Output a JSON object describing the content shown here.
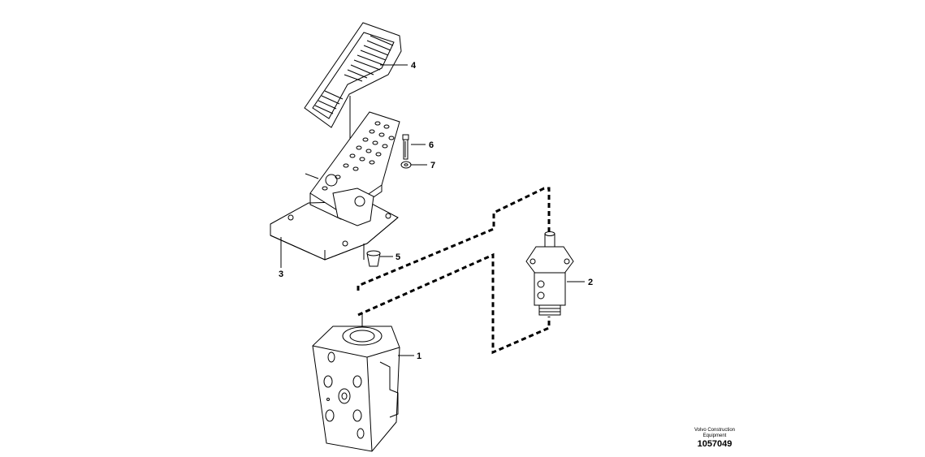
{
  "parts": [
    {
      "callout": "1",
      "name": "valve-body"
    },
    {
      "callout": "2",
      "name": "pilot-valve"
    },
    {
      "callout": "3",
      "name": "pedal-bracket"
    },
    {
      "callout": "4",
      "name": "pedal-cover"
    },
    {
      "callout": "5",
      "name": "plug"
    },
    {
      "callout": "6",
      "name": "screw"
    },
    {
      "callout": "7",
      "name": "washer"
    }
  ],
  "stamp": {
    "line1": "Volvo Construction",
    "line2": "Equipment",
    "number": "1057049"
  }
}
